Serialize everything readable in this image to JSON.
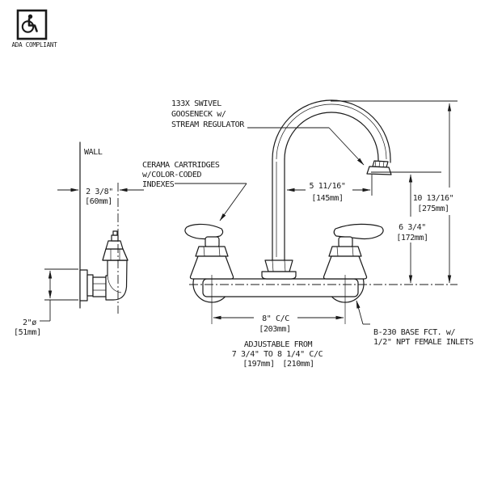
{
  "page": {
    "background": "#ffffff",
    "ink": "#1a1a1a"
  },
  "ada_badge": {
    "label": "ADA COMPLIANT",
    "icon": "wheelchair"
  },
  "labels": {
    "wall": "WALL",
    "spout_note": [
      "133X SWIVEL",
      "GOOSENECK w/",
      "STREAM REGULATOR"
    ],
    "cartridge_note": [
      "CERAMA CARTRIDGES",
      "w/COLOR-CODED",
      "INDEXES"
    ],
    "base_note": [
      "B-230 BASE FCT. w/",
      "1/2\" NPT FEMALE INLETS"
    ]
  },
  "dimensions": {
    "wall_to_center": {
      "imperial": "2 3/8\"",
      "metric": "[60mm]"
    },
    "flange_diameter": {
      "imperial": "2\"ø",
      "metric": "[51mm]"
    },
    "spout_reach": {
      "imperial": "5 11/16\"",
      "metric": "[145mm]"
    },
    "overall_height": {
      "imperial": "10 13/16\"",
      "metric": "[275mm]"
    },
    "outlet_clearance": {
      "imperial": "6 3/4\"",
      "metric": "[172mm]"
    },
    "inlet_centers": {
      "imperial": "8\" C/C",
      "metric": "[203mm]"
    },
    "adjustable_range": {
      "line1": "ADJUSTABLE FROM",
      "line2": "7 3/4\" TO 8 1/4\" C/C",
      "metric_min": "[197mm]",
      "metric_max": "[210mm]"
    }
  }
}
